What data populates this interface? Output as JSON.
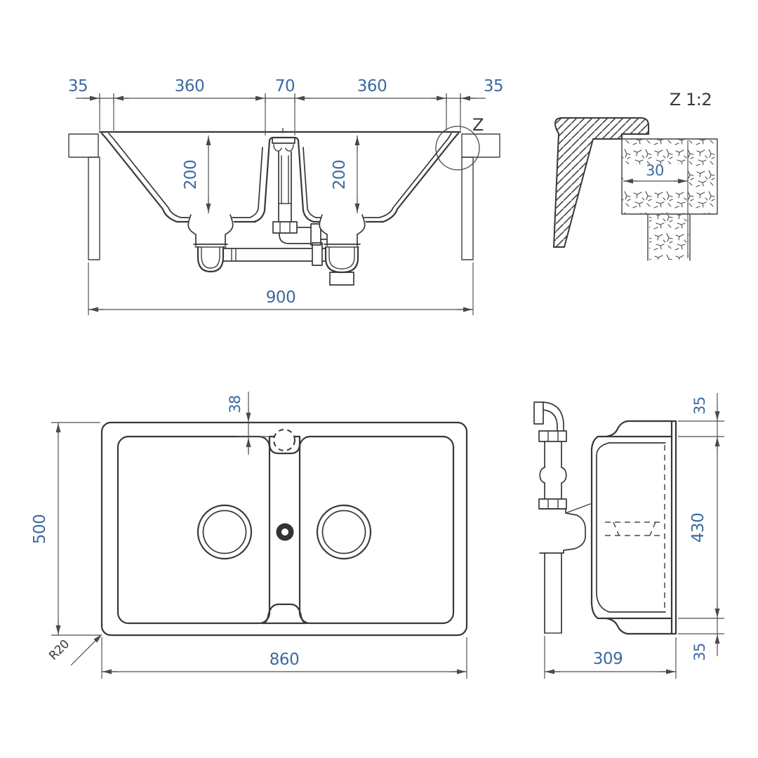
{
  "drawing_type": "sink-technical-dimension-drawing",
  "colors": {
    "background": "#ffffff",
    "line": "#383838",
    "dimension_line": "#4d4d4d",
    "dimension_text": "#3c6aa0",
    "annotation_text": "#3a3a3a"
  },
  "section_view": {
    "label_35_left": "35",
    "label_360_left": "360",
    "label_70": "70",
    "label_360_right": "360",
    "label_35_right": "35",
    "label_depth_left": "200",
    "label_depth_right": "200",
    "label_overall": "900",
    "detail_marker": "Z"
  },
  "detail_view": {
    "title": "Z 1:2",
    "label_30": "30"
  },
  "plan_view": {
    "label_38": "38",
    "label_500": "500",
    "label_860": "860",
    "label_radius": "R20"
  },
  "side_view": {
    "label_35_top": "35",
    "label_430": "430",
    "label_35_bottom": "35",
    "label_309": "309"
  }
}
